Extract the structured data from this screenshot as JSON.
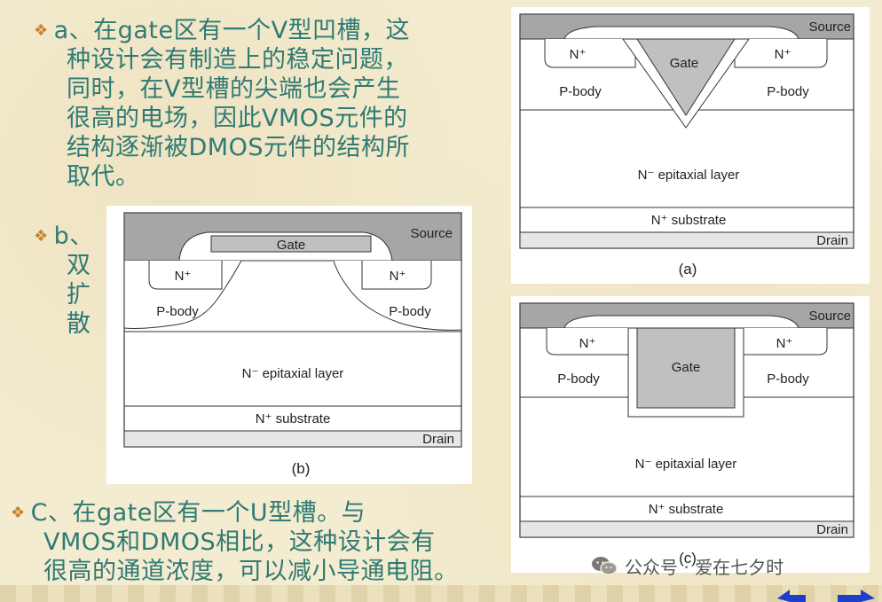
{
  "text": {
    "a_prefix": "a、",
    "a_lines": [
      "在gate区有一个V型凹槽，这",
      "种设计会有制造上的稳定问题，",
      "同时，在V型槽的尖端也会产生",
      "很高的电场，因此VMOS元件的",
      "结构逐渐被DMOS元件的结构所",
      "取代。"
    ],
    "b_prefix": "b、",
    "b_lines": [
      "双",
      "扩",
      "散"
    ],
    "c_lines": [
      "C、在gate区有一个U型槽。与",
      "VMOS和DMOS相比，这种设计会有",
      "很高的通道浓度，可以减小导通电阻。"
    ]
  },
  "diagram_a": {
    "caption": "(a)",
    "labels": {
      "source": "Source",
      "gate": "Gate",
      "n_plus_left": "N⁺",
      "n_plus_right": "N⁺",
      "p_body_left": "P-body",
      "p_body_right": "P-body",
      "epi": "N⁻ epitaxial layer",
      "substrate": "N⁺ substrate",
      "drain": "Drain"
    }
  },
  "diagram_b": {
    "caption": "(b)",
    "labels": {
      "source": "Source",
      "gate": "Gate",
      "n_plus_left": "N⁺",
      "n_plus_right": "N⁺",
      "p_body_left": "P-body",
      "p_body_right": "P-body",
      "epi": "N⁻ epitaxial layer",
      "substrate": "N⁺ substrate",
      "drain": "Drain"
    }
  },
  "diagram_c": {
    "caption": "(c)",
    "labels": {
      "source": "Source",
      "gate": "Gate",
      "n_plus_left": "N⁺",
      "n_plus_right": "N⁺",
      "p_body_left": "P-body",
      "p_body_right": "P-body",
      "epi": "N⁻ epitaxial layer",
      "substrate": "N⁺ substrate",
      "drain": "Drain"
    }
  },
  "watermark": {
    "text": "公众号 · 爱在七夕时",
    "icon": "wechat-icon"
  },
  "colors": {
    "text": "#2f7a73",
    "bullet": "#c9822c",
    "metal": "#a6a6a6",
    "gate": "#c0c0c0",
    "layer": "#e6e6e6",
    "nav": "#1c3fc9"
  }
}
